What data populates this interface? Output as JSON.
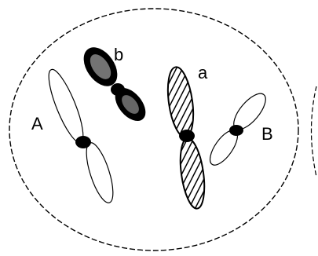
{
  "diagram": {
    "labels": {
      "A": "A",
      "b": "b",
      "a": "a",
      "B": "B"
    },
    "colors": {
      "ink": "#000000",
      "background": "#ffffff"
    }
  }
}
